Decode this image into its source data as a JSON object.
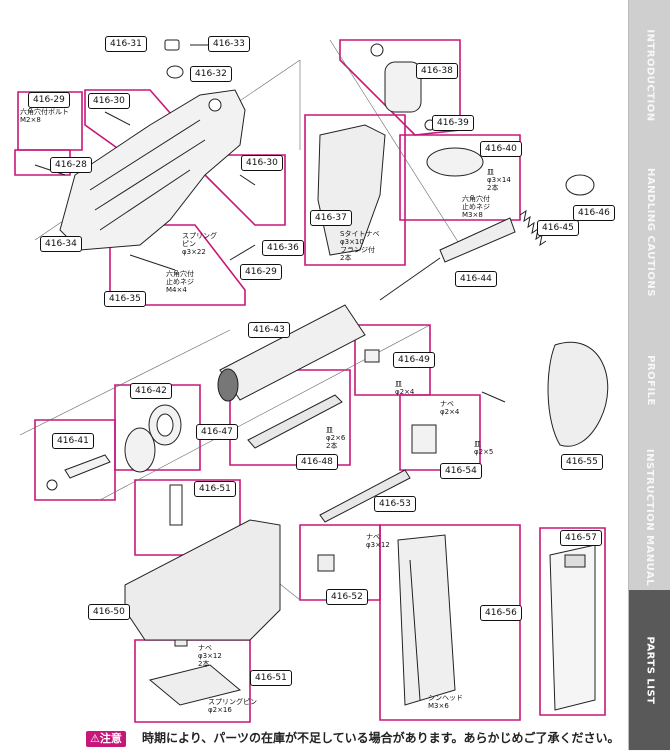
{
  "sidebar": {
    "tabs": [
      {
        "label": "INTRODUCTION",
        "active": false
      },
      {
        "label": "HANDLING CAUTIONS",
        "active": false
      },
      {
        "label": "PROFILE",
        "active": false
      },
      {
        "label": "INSTRUCTION MANUAL",
        "active": false
      },
      {
        "label": "PARTS LIST",
        "active": true
      }
    ]
  },
  "parts": {
    "p416_31": "416-31",
    "p416_33": "416-33",
    "p416_32": "416-32",
    "p416_29a": "416-29",
    "p416_30a": "416-30",
    "p416_28": "416-28",
    "p416_34": "416-34",
    "p416_30b": "416-30",
    "p416_36": "416-36",
    "p416_29b": "416-29",
    "p416_35": "416-35",
    "p416_38": "416-38",
    "p416_39": "416-39",
    "p416_40": "416-40",
    "p416_37": "416-37",
    "p416_46": "416-46",
    "p416_45": "416-45",
    "p416_44": "416-44",
    "p416_43": "416-43",
    "p416_49": "416-49",
    "p416_42": "416-42",
    "p416_41": "416-41",
    "p416_47": "416-47",
    "p416_48": "416-48",
    "p416_54": "416-54",
    "p416_55": "416-55",
    "p416_51a": "416-51",
    "p416_53": "416-53",
    "p416_57": "416-57",
    "p416_50": "416-50",
    "p416_52": "416-52",
    "p416_56": "416-56",
    "p416_51b": "416-51"
  },
  "notes": {
    "n29": "六角穴付ボルト\nM2×8",
    "n35a": "スプリング\nピン\nφ3×22",
    "n35b": "六角穴付\n止めネジ\nM4×4",
    "n37": "Sタイトナベ\nφ3×10\nフランジ付\n2本",
    "n40a": "皿\nφ3×14\n2本",
    "n40b": "六角穴付\n止めネジ\nM3×8",
    "n49": "皿\nφ2×4",
    "n48": "皿\nφ2×6\n2本",
    "n54a": "ナベ\nφ2×4",
    "n54b": "皿\nφ2×5",
    "n52": "ナベ\nφ3×12",
    "n51": "ナベ\nφ3×12\n2本",
    "n51b": "スプリングピン\nφ2×16",
    "n56": "シンヘッド\nM3×6"
  },
  "footer": {
    "warning_label": "⚠注意",
    "text": "時期により、パーツの在庫が不足している場合があります。あらかじめご了承ください。"
  },
  "colors": {
    "frame": "#c8177a",
    "sidebar_bg": "#d6d6d6",
    "sidebar_active": "#595959"
  }
}
